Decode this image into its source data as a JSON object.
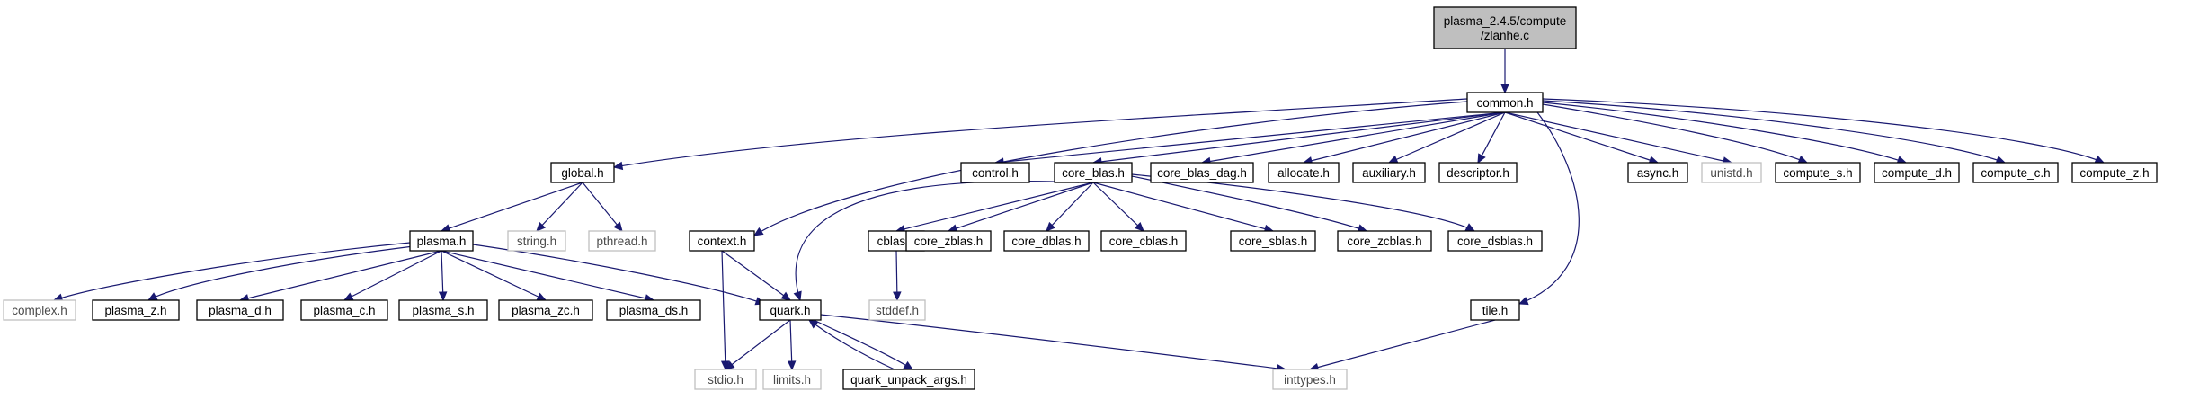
{
  "graph": {
    "nodes": [
      {
        "id": "root",
        "lines": [
          "plasma_2.4.5/compute",
          "/zlanhe.c"
        ],
        "kind": "root"
      },
      {
        "id": "common",
        "lines": [
          "common.h"
        ],
        "kind": "normal"
      },
      {
        "id": "global",
        "lines": [
          "global.h"
        ],
        "kind": "normal"
      },
      {
        "id": "control",
        "lines": [
          "control.h"
        ],
        "kind": "normal"
      },
      {
        "id": "core_blas",
        "lines": [
          "core_blas.h"
        ],
        "kind": "normal"
      },
      {
        "id": "core_blas_dag",
        "lines": [
          "core_blas_dag.h"
        ],
        "kind": "normal"
      },
      {
        "id": "allocate",
        "lines": [
          "allocate.h"
        ],
        "kind": "normal"
      },
      {
        "id": "auxiliary",
        "lines": [
          "auxiliary.h"
        ],
        "kind": "normal"
      },
      {
        "id": "descriptor",
        "lines": [
          "descriptor.h"
        ],
        "kind": "normal"
      },
      {
        "id": "async",
        "lines": [
          "async.h"
        ],
        "kind": "normal"
      },
      {
        "id": "unistd",
        "lines": [
          "unistd.h"
        ],
        "kind": "system"
      },
      {
        "id": "compute_s",
        "lines": [
          "compute_s.h"
        ],
        "kind": "normal"
      },
      {
        "id": "compute_d",
        "lines": [
          "compute_d.h"
        ],
        "kind": "normal"
      },
      {
        "id": "compute_c",
        "lines": [
          "compute_c.h"
        ],
        "kind": "normal"
      },
      {
        "id": "compute_z",
        "lines": [
          "compute_z.h"
        ],
        "kind": "normal"
      },
      {
        "id": "plasma",
        "lines": [
          "plasma.h"
        ],
        "kind": "normal"
      },
      {
        "id": "string",
        "lines": [
          "string.h"
        ],
        "kind": "system"
      },
      {
        "id": "pthread",
        "lines": [
          "pthread.h"
        ],
        "kind": "system"
      },
      {
        "id": "context",
        "lines": [
          "context.h"
        ],
        "kind": "normal"
      },
      {
        "id": "cblas",
        "lines": [
          "cblas.h"
        ],
        "kind": "normal"
      },
      {
        "id": "core_zblas",
        "lines": [
          "core_zblas.h"
        ],
        "kind": "normal"
      },
      {
        "id": "core_dblas",
        "lines": [
          "core_dblas.h"
        ],
        "kind": "normal"
      },
      {
        "id": "core_cblas",
        "lines": [
          "core_cblas.h"
        ],
        "kind": "normal"
      },
      {
        "id": "core_sblas",
        "lines": [
          "core_sblas.h"
        ],
        "kind": "normal"
      },
      {
        "id": "core_zcblas",
        "lines": [
          "core_zcblas.h"
        ],
        "kind": "normal"
      },
      {
        "id": "core_dsblas",
        "lines": [
          "core_dsblas.h"
        ],
        "kind": "normal"
      },
      {
        "id": "complex",
        "lines": [
          "complex.h"
        ],
        "kind": "system"
      },
      {
        "id": "plasma_z",
        "lines": [
          "plasma_z.h"
        ],
        "kind": "normal"
      },
      {
        "id": "plasma_d",
        "lines": [
          "plasma_d.h"
        ],
        "kind": "normal"
      },
      {
        "id": "plasma_c",
        "lines": [
          "plasma_c.h"
        ],
        "kind": "normal"
      },
      {
        "id": "plasma_s",
        "lines": [
          "plasma_s.h"
        ],
        "kind": "normal"
      },
      {
        "id": "plasma_zc",
        "lines": [
          "plasma_zc.h"
        ],
        "kind": "normal"
      },
      {
        "id": "plasma_ds",
        "lines": [
          "plasma_ds.h"
        ],
        "kind": "normal"
      },
      {
        "id": "quark",
        "lines": [
          "quark.h"
        ],
        "kind": "normal"
      },
      {
        "id": "stddef",
        "lines": [
          "stddef.h"
        ],
        "kind": "system"
      },
      {
        "id": "tile",
        "lines": [
          "tile.h"
        ],
        "kind": "normal"
      },
      {
        "id": "stdio",
        "lines": [
          "stdio.h"
        ],
        "kind": "system"
      },
      {
        "id": "limits",
        "lines": [
          "limits.h"
        ],
        "kind": "system"
      },
      {
        "id": "quark_unpack_args",
        "lines": [
          "quark_unpack_args.h"
        ],
        "kind": "normal"
      },
      {
        "id": "inttypes",
        "lines": [
          "inttypes.h"
        ],
        "kind": "system"
      }
    ],
    "edges": [
      [
        "root",
        "common"
      ],
      [
        "common",
        "global"
      ],
      [
        "common",
        "control"
      ],
      [
        "common",
        "core_blas"
      ],
      [
        "common",
        "core_blas_dag"
      ],
      [
        "common",
        "allocate"
      ],
      [
        "common",
        "auxiliary"
      ],
      [
        "common",
        "descriptor"
      ],
      [
        "common",
        "async"
      ],
      [
        "common",
        "unistd"
      ],
      [
        "common",
        "compute_s"
      ],
      [
        "common",
        "compute_d"
      ],
      [
        "common",
        "compute_c"
      ],
      [
        "common",
        "compute_z"
      ],
      [
        "common",
        "context"
      ],
      [
        "common",
        "tile"
      ],
      [
        "global",
        "plasma"
      ],
      [
        "global",
        "string"
      ],
      [
        "global",
        "pthread"
      ],
      [
        "plasma",
        "complex"
      ],
      [
        "plasma",
        "plasma_z"
      ],
      [
        "plasma",
        "plasma_d"
      ],
      [
        "plasma",
        "plasma_c"
      ],
      [
        "plasma",
        "plasma_s"
      ],
      [
        "plasma",
        "plasma_zc"
      ],
      [
        "plasma",
        "plasma_ds"
      ],
      [
        "plasma",
        "quark"
      ],
      [
        "core_blas",
        "cblas"
      ],
      [
        "core_blas",
        "core_zblas"
      ],
      [
        "core_blas",
        "core_dblas"
      ],
      [
        "core_blas",
        "core_cblas"
      ],
      [
        "core_blas",
        "core_sblas"
      ],
      [
        "core_blas",
        "core_zcblas"
      ],
      [
        "core_blas",
        "core_dsblas"
      ],
      [
        "core_blas",
        "quark"
      ],
      [
        "cblas",
        "stddef"
      ],
      [
        "context",
        "quark"
      ],
      [
        "context",
        "stdio"
      ],
      [
        "quark",
        "stdio"
      ],
      [
        "quark",
        "limits"
      ],
      [
        "quark",
        "quark_unpack_args"
      ],
      [
        "quark",
        "inttypes"
      ],
      [
        "quark_unpack_args",
        "quark"
      ],
      [
        "tile",
        "inttypes"
      ]
    ]
  }
}
